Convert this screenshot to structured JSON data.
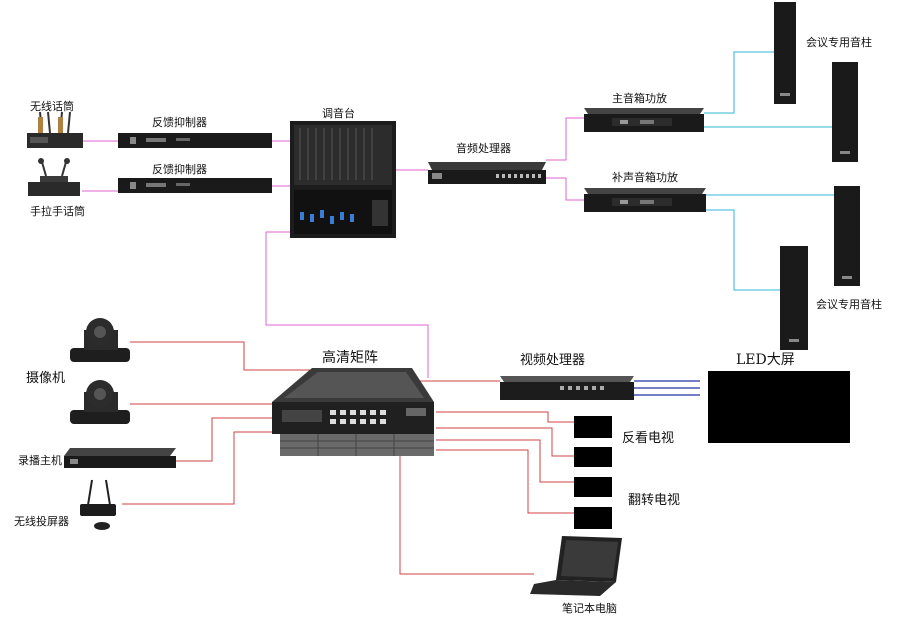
{
  "labels": {
    "wireless_mic": "无线话筒",
    "handheld_mic": "手拉手话筒",
    "feedback_1": "反馈抑制器",
    "feedback_2": "反馈抑制器",
    "mixer": "调音台",
    "audio_processor": "音频处理器",
    "main_amp": "主音箱功放",
    "fill_amp": "补声音箱功放",
    "column_speaker_top": "会议专用音柱",
    "column_speaker_bottom": "会议专用音柱",
    "hd_matrix": "高清矩阵",
    "video_processor": "视频处理器",
    "led_screen": "LED大屏",
    "camera": "摄像机",
    "recorder": "录播主机",
    "wireless_projector": "无线投屏器",
    "monitor_tv": "反看电视",
    "flip_tv": "翻转电视",
    "laptop": "笔记本电脑"
  },
  "colors": {
    "audio_link": "#e060d0",
    "speaker_link": "#30b8d8",
    "video_link": "#d04040",
    "led_link": "#2030a0",
    "device": "#1a1a1a"
  }
}
